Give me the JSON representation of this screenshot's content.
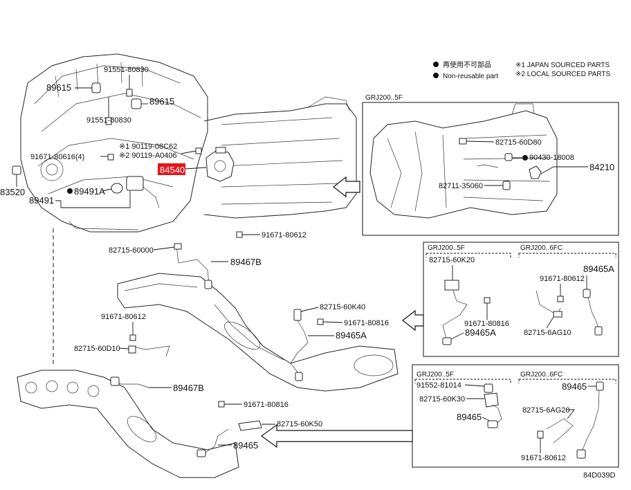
{
  "legend": {
    "non_reusable_jp": "再使用不可部品",
    "non_reusable_en": "Non-reusable part",
    "note1": "※1 JAPAN SOURCED PARTS",
    "note2": "※2 LOCAL SOURCED PARTS"
  },
  "diagram_code": "84D039D",
  "highlight_part": "84540",
  "boxes": {
    "grj200_5f_top": "GRJ200..5F",
    "mid_left": "GRJ200..5F",
    "mid_right": "GRJ200..6FC",
    "low_left": "GRJ200..5F",
    "low_right": "GRJ200..6FC"
  },
  "labels": {
    "p1": "91551-80830",
    "p2": "89615",
    "p3": "89615",
    "p4": "91551-80830",
    "p5": "※1 90119-08C62",
    "p6": "※2 90119-A0406",
    "p7": "91671-80616(4)",
    "p8": "83520",
    "p9": "89491A",
    "p10": "89491",
    "t1": "82715-60D80",
    "t2": "90430-18008",
    "t3": "84210",
    "t4": "82711-35060",
    "e1": "91671-80612",
    "e2": "82715-60000",
    "e3": "89467B",
    "e4": "82715-60K40",
    "e5": "91671-80816",
    "e6": "89465A",
    "e7": "91671-80612",
    "e8": "82715-60D10",
    "e9": "89467B",
    "e10": "91671-80816",
    "e11": "82715-60K50",
    "e12": "89465",
    "m1": "82715-60K20",
    "m2": "91671-80816",
    "m3": "89465A",
    "m4": "91671-80612",
    "m5": "89465A",
    "m6": "82715-6AG10",
    "l1": "91552-81014",
    "l2": "82715-60K30",
    "l3": "89465",
    "l4": "89465",
    "l5": "82715-6AG20",
    "l6": "91671-80612"
  }
}
